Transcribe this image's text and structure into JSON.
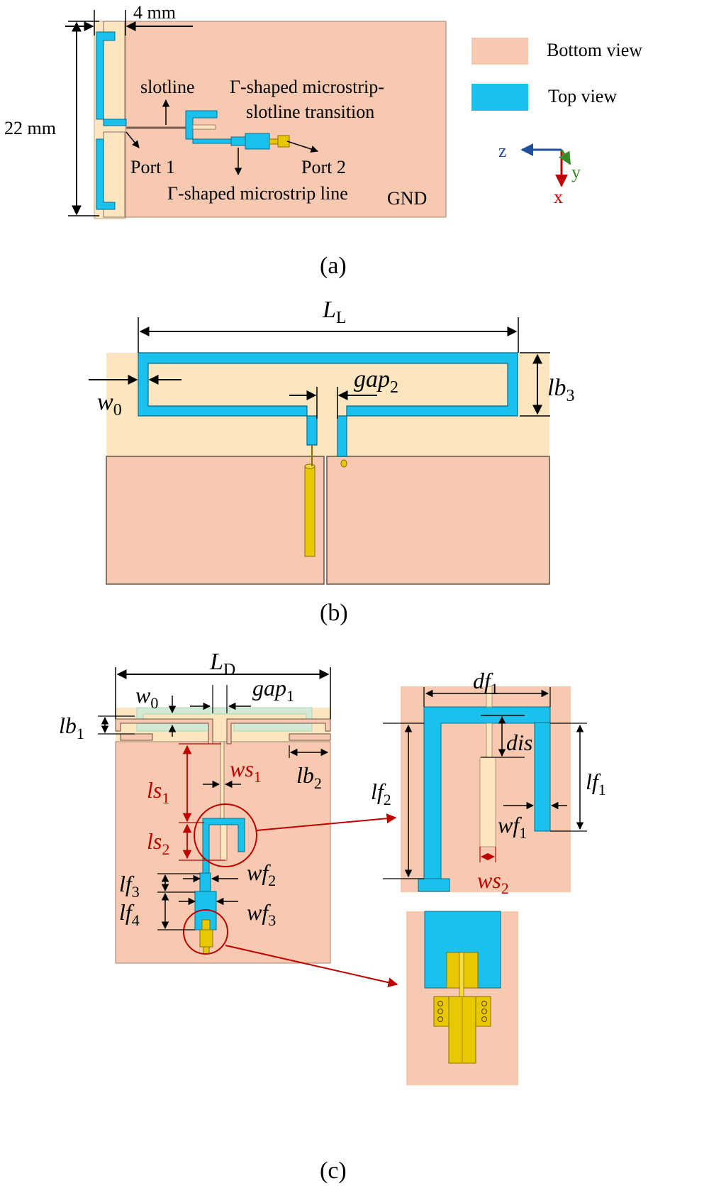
{
  "colors": {
    "bottom": "#f7c9b0",
    "top": "#19c1ec",
    "substrate": "#fbe6bf",
    "red": "#c00000",
    "gold": "#e8c800"
  },
  "panel_a": {
    "label": "(a)",
    "dim_height": "22 mm",
    "dim_width": "4 mm",
    "slotline": "slotline",
    "transition_line1": "Γ-shaped microstrip-",
    "transition_line2": "slotline transition",
    "port1": "Port 1",
    "port2": "Port 2",
    "microstrip": "Γ-shaped microstrip line",
    "gnd": "GND",
    "legend": [
      {
        "label": "Bottom view",
        "color": "#f7c9b0"
      },
      {
        "label": "Top view",
        "color": "#19c1ec"
      }
    ],
    "axes": {
      "z": "z",
      "y": "y",
      "x": "x"
    }
  },
  "panel_b": {
    "label": "(b)",
    "LL_main": "L",
    "LL_sub": "L",
    "w0_main": "w",
    "w0_sub": "0",
    "gap2_main": "gap",
    "gap2_sub": "2",
    "lb3_main": "lb",
    "lb3_sub": "3"
  },
  "panel_c": {
    "label": "(c)",
    "LD_main": "L",
    "LD_sub": "D",
    "w0_main": "w",
    "w0_sub": "0",
    "gap1_main": "gap",
    "gap1_sub": "1",
    "lb1_main": "lb",
    "lb1_sub": "1",
    "lb2_main": "lb",
    "lb2_sub": "2",
    "ls1_main": "ls",
    "ls1_sub": "1",
    "ws1_main": "ws",
    "ws1_sub": "1",
    "ls2_main": "ls",
    "ls2_sub": "2",
    "wf2_main": "wf",
    "wf2_sub": "2",
    "lf3_main": "lf",
    "lf3_sub": "3",
    "lf4_main": "lf",
    "lf4_sub": "4",
    "wf3_main": "wf",
    "wf3_sub": "3",
    "df1_main": "df",
    "df1_sub": "1",
    "dis": "dis",
    "lf1_main": "lf",
    "lf1_sub": "1",
    "lf2_main": "lf",
    "lf2_sub": "2",
    "wf1_main": "wf",
    "wf1_sub": "1",
    "ws2_main": "ws",
    "ws2_sub": "2"
  }
}
